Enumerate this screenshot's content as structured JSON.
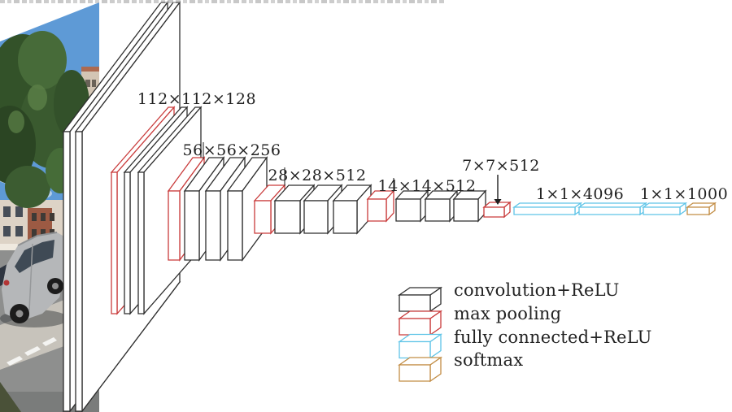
{
  "page": {
    "background": "#ffffff"
  },
  "diagram": {
    "stroke_colors": {
      "conv": "#2e2e2e",
      "pool": "#c93b3b",
      "fc": "#5fc4e7",
      "softmax": "#c28d45"
    },
    "groups": [
      {
        "name": "input-conv-stack",
        "label": "",
        "box_types": [
          "conv",
          "conv"
        ]
      },
      {
        "name": "stage-112",
        "label": "112×112×128",
        "box_types": [
          "pool",
          "conv",
          "conv"
        ]
      },
      {
        "name": "stage-56",
        "label": "56×56×256",
        "box_types": [
          "pool",
          "conv",
          "conv",
          "conv"
        ]
      },
      {
        "name": "stage-28",
        "label": "28×28×512",
        "box_types": [
          "pool",
          "conv",
          "conv",
          "conv"
        ]
      },
      {
        "name": "stage-14",
        "label": "14×14×512",
        "box_types": [
          "pool",
          "conv",
          "conv",
          "conv"
        ]
      },
      {
        "name": "stage-7",
        "label": "7×7×512",
        "box_types": [
          "pool"
        ]
      },
      {
        "name": "fc-4096",
        "label": "1×1×4096",
        "box_types": [
          "fc",
          "fc"
        ]
      },
      {
        "name": "fc-1000",
        "label": "1×1×1000",
        "box_types": [
          "fc",
          "softmax"
        ]
      }
    ],
    "legend": [
      {
        "label": "convolution+ReLU",
        "type": "conv"
      },
      {
        "label": "max pooling",
        "type": "pool"
      },
      {
        "label": "fully connected+ReLU",
        "type": "fc"
      },
      {
        "label": "softmax",
        "type": "softmax"
      }
    ]
  }
}
